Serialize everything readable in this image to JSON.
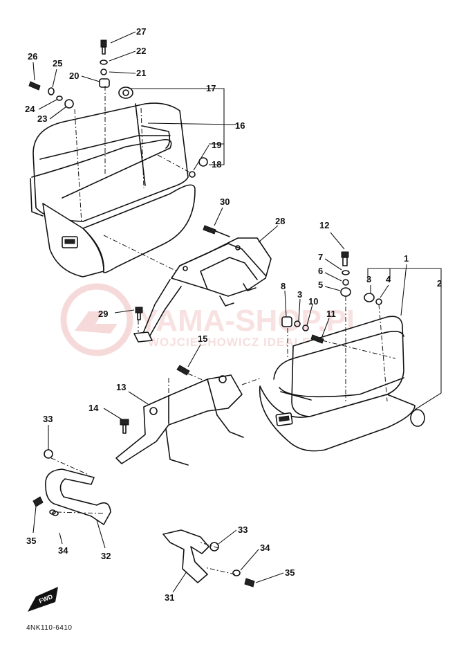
{
  "watermark": {
    "brand": "YAMA-SHOP.PL",
    "sub": "WOJCIECHOWICZ IDEALEJ YCHAPŁ"
  },
  "diagram_code": "4NK110-6410",
  "fwd_label": "FWD",
  "colors": {
    "ink": "#111111",
    "watermark": "#e9a3a3",
    "paper": "#ffffff"
  },
  "callouts": [
    {
      "id": "c27",
      "label": "27"
    },
    {
      "id": "c22",
      "label": "22"
    },
    {
      "id": "c21",
      "label": "21"
    },
    {
      "id": "c20",
      "label": "20"
    },
    {
      "id": "c26",
      "label": "26"
    },
    {
      "id": "c25",
      "label": "25"
    },
    {
      "id": "c24",
      "label": "24"
    },
    {
      "id": "c23",
      "label": "23"
    },
    {
      "id": "c17",
      "label": "17"
    },
    {
      "id": "c16",
      "label": "16"
    },
    {
      "id": "c19",
      "label": "19"
    },
    {
      "id": "c18",
      "label": "18"
    },
    {
      "id": "c30",
      "label": "30"
    },
    {
      "id": "c28",
      "label": "28"
    },
    {
      "id": "c12",
      "label": "12"
    },
    {
      "id": "c7",
      "label": "7"
    },
    {
      "id": "c6",
      "label": "6"
    },
    {
      "id": "c5",
      "label": "5"
    },
    {
      "id": "c1",
      "label": "1"
    },
    {
      "id": "c3a",
      "label": "3"
    },
    {
      "id": "c4",
      "label": "4"
    },
    {
      "id": "c2",
      "label": "2"
    },
    {
      "id": "c8",
      "label": "8"
    },
    {
      "id": "c3b",
      "label": "3"
    },
    {
      "id": "c10",
      "label": "10"
    },
    {
      "id": "c11",
      "label": "11"
    },
    {
      "id": "c29",
      "label": "29"
    },
    {
      "id": "c15",
      "label": "15"
    },
    {
      "id": "c13",
      "label": "13"
    },
    {
      "id": "c14",
      "label": "14"
    },
    {
      "id": "c33a",
      "label": "33"
    },
    {
      "id": "c35a",
      "label": "35"
    },
    {
      "id": "c34a",
      "label": "34"
    },
    {
      "id": "c32",
      "label": "32"
    },
    {
      "id": "c33b",
      "label": "33"
    },
    {
      "id": "c34b",
      "label": "34"
    },
    {
      "id": "c35b",
      "label": "35"
    },
    {
      "id": "c31",
      "label": "31"
    }
  ]
}
